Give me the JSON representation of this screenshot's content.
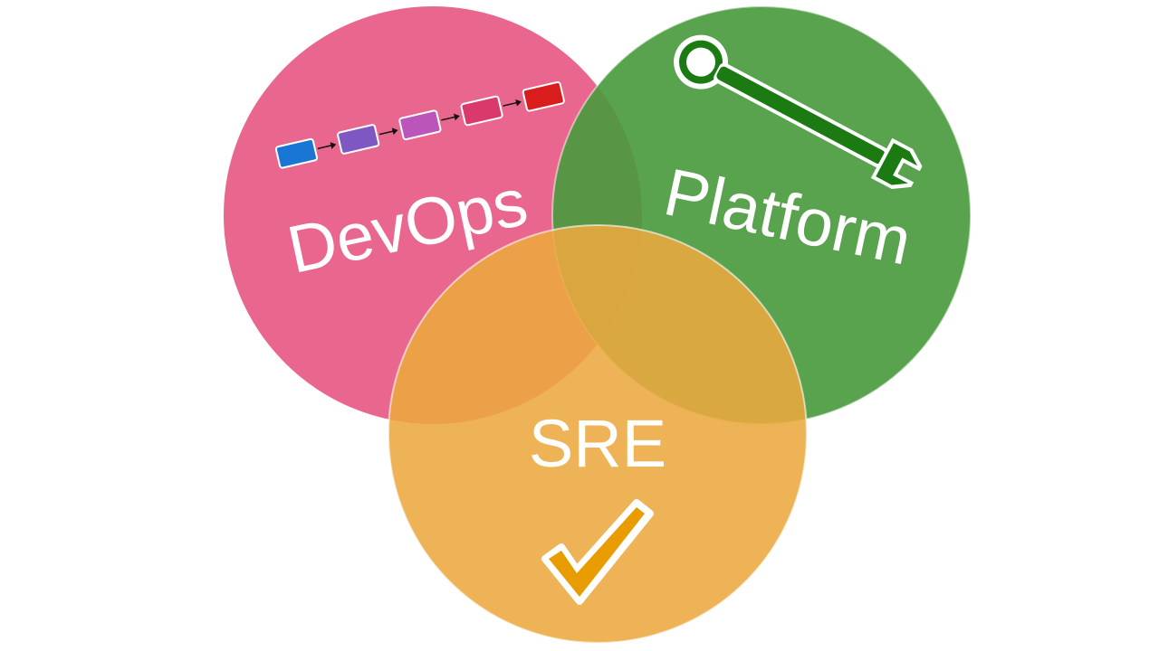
{
  "diagram": {
    "circles": [
      {
        "id": "devops",
        "label": "DevOps",
        "color": "#e8618a"
      },
      {
        "id": "platform",
        "label": "Platform",
        "color": "#4b9a3f"
      },
      {
        "id": "sre",
        "label": "SRE",
        "color": "#eca93f"
      }
    ],
    "pipeline_colors": [
      "#1976d2",
      "#7e57c2",
      "#ba55b9",
      "#d93a6b",
      "#d91c1c"
    ],
    "icons": {
      "devops": "pipeline-icon",
      "platform": "wrench-icon",
      "sre": "checkmark-icon"
    },
    "colors": {
      "wrench": "#1c7a12",
      "check": "#e89c00",
      "outline": "#ffffff"
    }
  }
}
